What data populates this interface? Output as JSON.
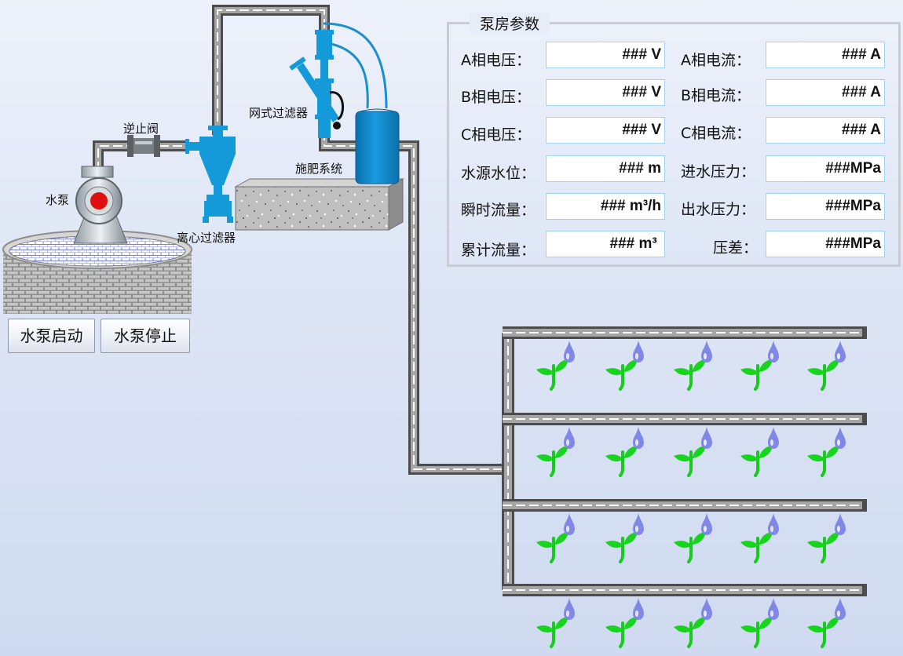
{
  "colors": {
    "pipe_outline": "#4c4c4c",
    "pipe_fill": "#a5a5a5",
    "pipe_dash": "#ffffff",
    "equipment_blue": "#159ad9",
    "tank_blue": "#0d83c6",
    "hose_blue": "#1c8fd0",
    "pump_indicator": "#e01010",
    "leaf_green": "#17d51c",
    "water_drop": "#7f86e4",
    "panel_border": "#c9ccd2",
    "value_box_border": "#9fd3ef"
  },
  "diagram": {
    "check_valve_label": "逆止阀",
    "pump_label": "水泵",
    "centrifugal_filter_label": "离心过滤器",
    "screen_filter_label": "网式过滤器",
    "fertigation_label": "施肥系统"
  },
  "controls": {
    "start_label": "水泵启动",
    "stop_label": "水泵停止"
  },
  "panel": {
    "title": "泵房参数",
    "left": [
      {
        "label": "A相电压：",
        "value": "### V"
      },
      {
        "label": "B相电压：",
        "value": "### V"
      },
      {
        "label": "C相电压：",
        "value": "### V"
      },
      {
        "label": "水源水位：",
        "value": "### m"
      },
      {
        "label": "瞬时流量：",
        "value": "### m³/h"
      },
      {
        "label": "累计流量：",
        "value": "### m³ "
      }
    ],
    "right": [
      {
        "label": "A相电流：",
        "value": "### A"
      },
      {
        "label": "B相电流：",
        "value": "### A"
      },
      {
        "label": "C相电流：",
        "value": "### A"
      },
      {
        "label": "进水压力：",
        "value": "###MPa"
      },
      {
        "label": "出水压力：",
        "value": "###MPa"
      },
      {
        "label": "压差：",
        "value": "###MPa"
      }
    ]
  },
  "icons": [
    "pump-icon",
    "check-valve-icon",
    "centrifugal-filter-icon",
    "screen-filter-icon",
    "fertilizer-tank-icon",
    "plant-icon",
    "water-drop-icon"
  ]
}
